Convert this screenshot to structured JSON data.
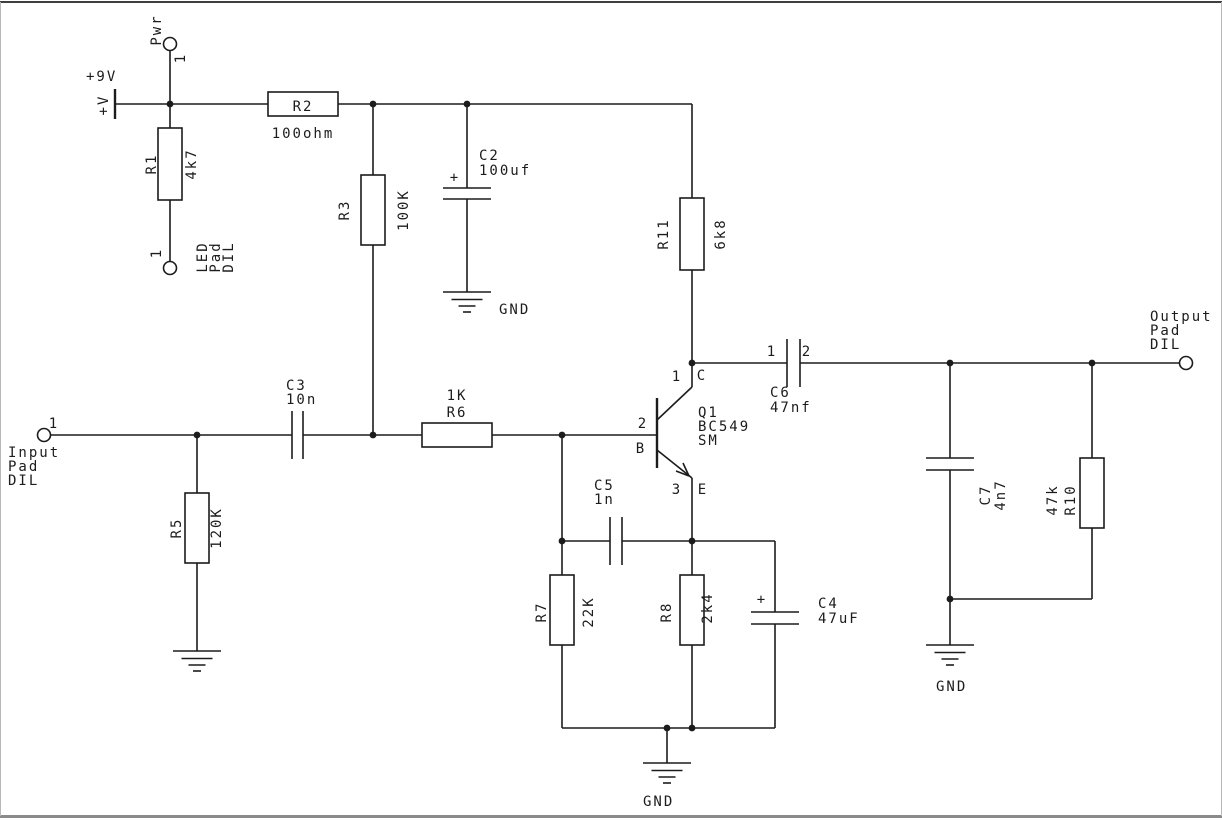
{
  "colors": {
    "ink": "#1c1c1c",
    "background": "#ffffff",
    "frame_top": "#3f3f3f",
    "frame_bottom": "#8a8a8a"
  },
  "power_rail": {
    "voltage_label": "+9V",
    "supply_label": "+V"
  },
  "pads": {
    "pwr": {
      "name": "Pwr",
      "pin": "1"
    },
    "led": {
      "pin": "1",
      "line1": "LED",
      "line2": "Pad",
      "line3": "DIL"
    },
    "input": {
      "pin": "1",
      "line1": "Input",
      "line2": "Pad",
      "line3": "DIL"
    },
    "output": {
      "line1": "Output",
      "line2": "Pad",
      "line3": "DIL"
    }
  },
  "resistors": {
    "r1": {
      "name": "R1",
      "value": "4k7"
    },
    "r2": {
      "name": "R2",
      "value": "100ohm"
    },
    "r3": {
      "name": "R3",
      "value": "100K"
    },
    "r5": {
      "name": "R5",
      "value": "120K"
    },
    "r6": {
      "name": "R6",
      "value": "1K"
    },
    "r7": {
      "name": "R7",
      "value": "22K"
    },
    "r8": {
      "name": "R8",
      "value": "2k4"
    },
    "r10": {
      "name": "R10",
      "value": "47k"
    },
    "r11": {
      "name": "R11",
      "value": "6k8"
    }
  },
  "capacitors": {
    "c2": {
      "name": "C2",
      "value": "100uf",
      "polarity": "+"
    },
    "c3": {
      "name": "C3",
      "value": "10n"
    },
    "c4": {
      "name": "C4",
      "value": "47uF",
      "polarity": "+"
    },
    "c5": {
      "name": "C5",
      "value": "1n"
    },
    "c6": {
      "name": "C6",
      "value": "47nf",
      "pin1": "1",
      "pin2": "2"
    },
    "c7": {
      "name": "C7",
      "value": "4n7"
    }
  },
  "transistor": {
    "name": "Q1",
    "part": "BC549",
    "package": "SM",
    "pin1": "1",
    "pin1_label": "C",
    "pin2": "2",
    "pin2_label": "B",
    "pin3": "3",
    "pin3_label": "E"
  },
  "grounds": {
    "power": "GND",
    "emitter": "GND",
    "output": "GND"
  }
}
